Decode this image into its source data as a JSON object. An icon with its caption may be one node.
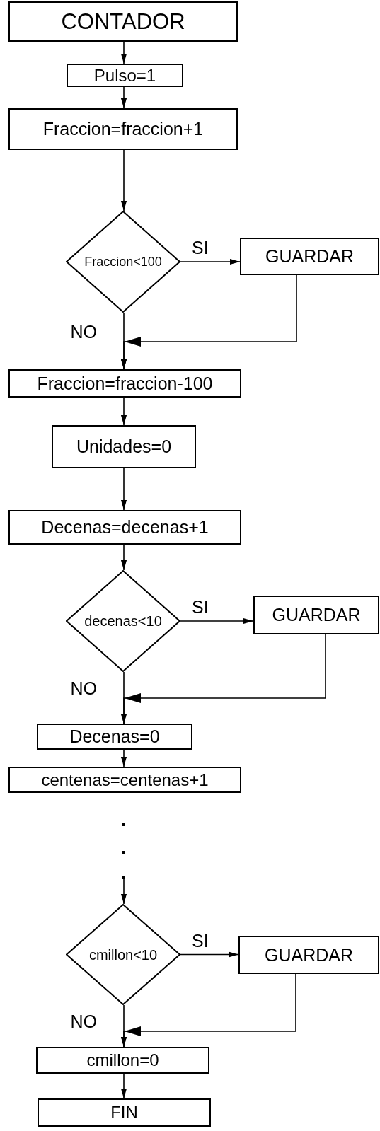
{
  "diagram": {
    "nodes": [
      {
        "text": [
          "CONTADOR"
        ]
      },
      {
        "text": [
          "Pulso=1"
        ]
      },
      {
        "text": [
          "Fraccion=fraccion+1"
        ]
      },
      {
        "text": [
          "Fraccion<100"
        ]
      },
      {
        "text": [
          "GUARDAR"
        ]
      },
      {
        "text": [
          "Fraccion=fraccion-100"
        ]
      },
      {
        "text": [
          "Unidades=0"
        ]
      },
      {
        "text": [
          "Decenas=decenas+1"
        ]
      },
      {
        "text": [
          "decenas<10"
        ]
      },
      {
        "text": [
          "GUARDAR"
        ]
      },
      {
        "text": [
          "Decenas=0"
        ]
      },
      {
        "text": [
          "centenas=centenas+1"
        ]
      },
      {
        "text": [
          "cmillon<10"
        ]
      },
      {
        "text": [
          "GUARDAR"
        ]
      },
      {
        "text": [
          "cmillon=0"
        ]
      },
      {
        "text": [
          "FIN"
        ]
      }
    ],
    "edges": [
      {
        "from": 0,
        "to": 1,
        "arrow": "to"
      },
      {
        "from": 1,
        "to": 2,
        "arrow": "to"
      },
      {
        "from": 2,
        "to": 3,
        "arrow": "to"
      },
      {
        "from": 3,
        "to": 4,
        "arrow": "to",
        "label": "SI"
      },
      {
        "from": 4,
        "to": 5,
        "arrow": "to"
      },
      {
        "from": 3,
        "to": 5,
        "arrow": "to",
        "label": "NO"
      },
      {
        "from": 5,
        "to": 6,
        "arrow": "to"
      },
      {
        "from": 6,
        "to": 7,
        "arrow": "to"
      },
      {
        "from": 7,
        "to": 8,
        "arrow": "to"
      },
      {
        "from": 8,
        "to": 9,
        "arrow": "to",
        "label": "SI"
      },
      {
        "from": 9,
        "to": 10,
        "arrow": "to"
      },
      {
        "from": 8,
        "to": 10,
        "arrow": "to",
        "label": "NO"
      },
      {
        "from": 10,
        "to": 11,
        "arrow": "to"
      },
      {
        "from": null,
        "to": 12,
        "arrow": "to"
      },
      {
        "from": 12,
        "to": 13,
        "arrow": "to",
        "label": "SI"
      },
      {
        "from": 13,
        "to": 14,
        "arrow": "to"
      },
      {
        "from": 12,
        "to": 14,
        "arrow": "to",
        "label": "NO"
      },
      {
        "from": 14,
        "to": 15,
        "arrow": "to"
      }
    ]
  }
}
